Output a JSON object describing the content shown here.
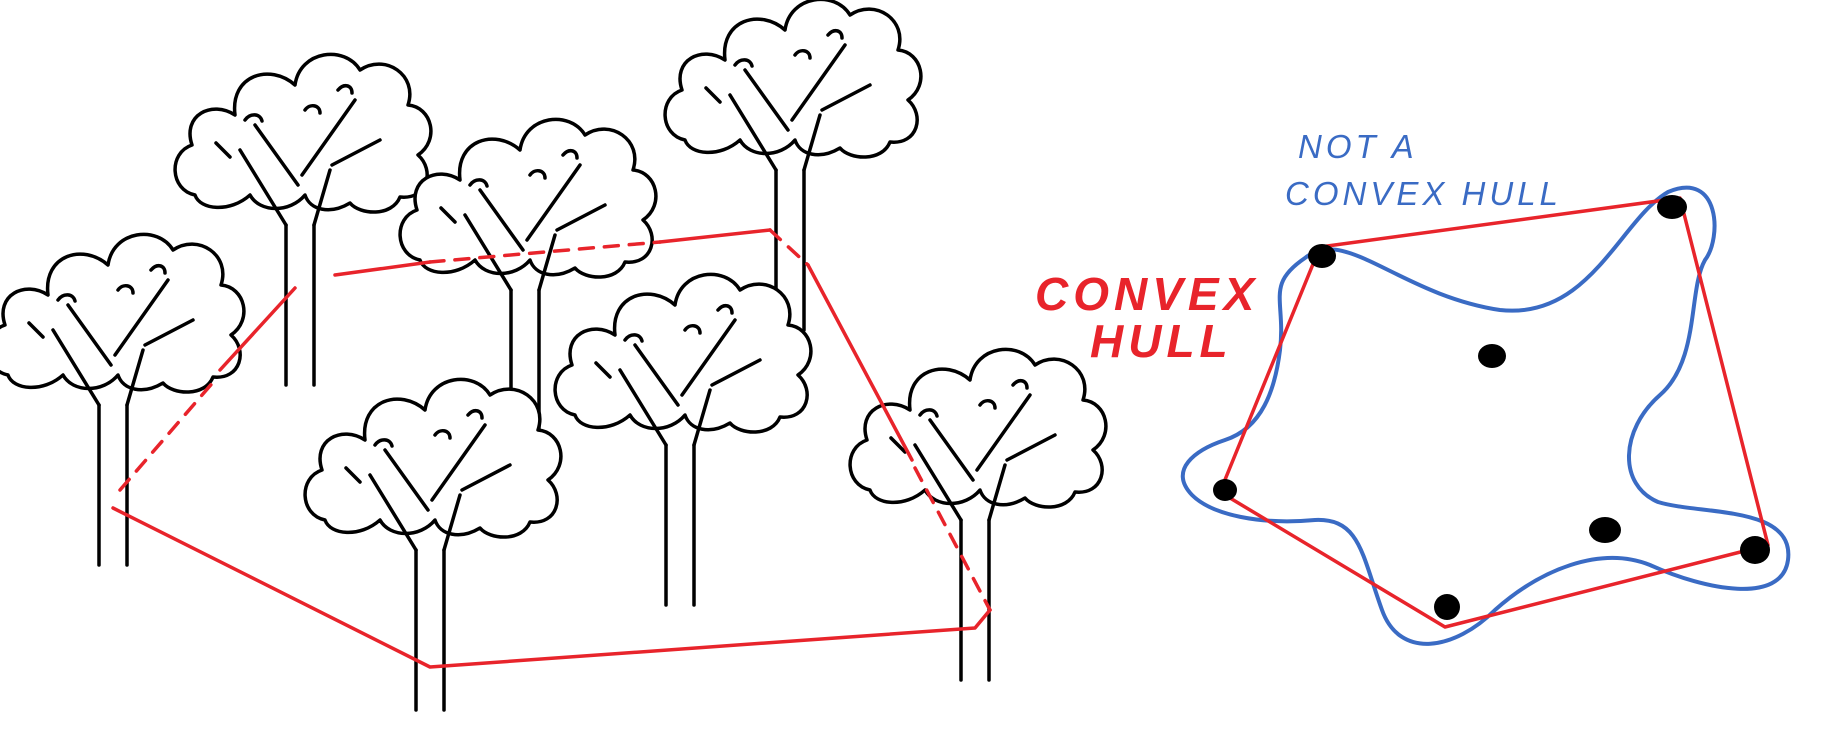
{
  "labels": {
    "convex_hull_line1": "CONVEX",
    "convex_hull_line2": "HULL",
    "not_hull_line1": "NOT A",
    "not_hull_line2": "CONVEX HULL"
  },
  "colors": {
    "hull": "#e8242b",
    "not_hull": "#3a6bc4",
    "ink": "#000000",
    "background": "#ffffff"
  }
}
